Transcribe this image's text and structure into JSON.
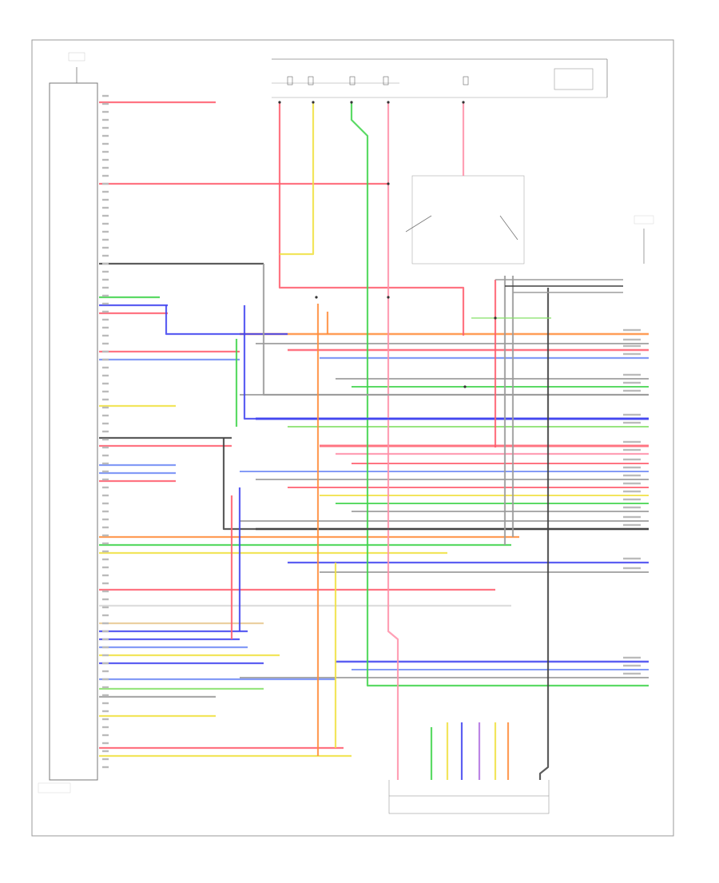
{
  "diagram_id": "",
  "wire_colors": {
    "red": "#ff5c6c",
    "pink": "#ff8fa8",
    "yellow": "#f0e040",
    "green": "#3ed34a",
    "lightgreen": "#86e06a",
    "blue": "#3f43f0",
    "lightblue": "#6f8af5",
    "gray": "#9b9b9b",
    "black": "#404040",
    "orange": "#ff8c3a",
    "violet": "#b070e0",
    "white": "#d8d8d8",
    "tan": "#e8c890"
  },
  "icons": [
    "ground-symbol",
    "fuse",
    "relay-switch",
    "splice-dot",
    "connector-pin"
  ]
}
